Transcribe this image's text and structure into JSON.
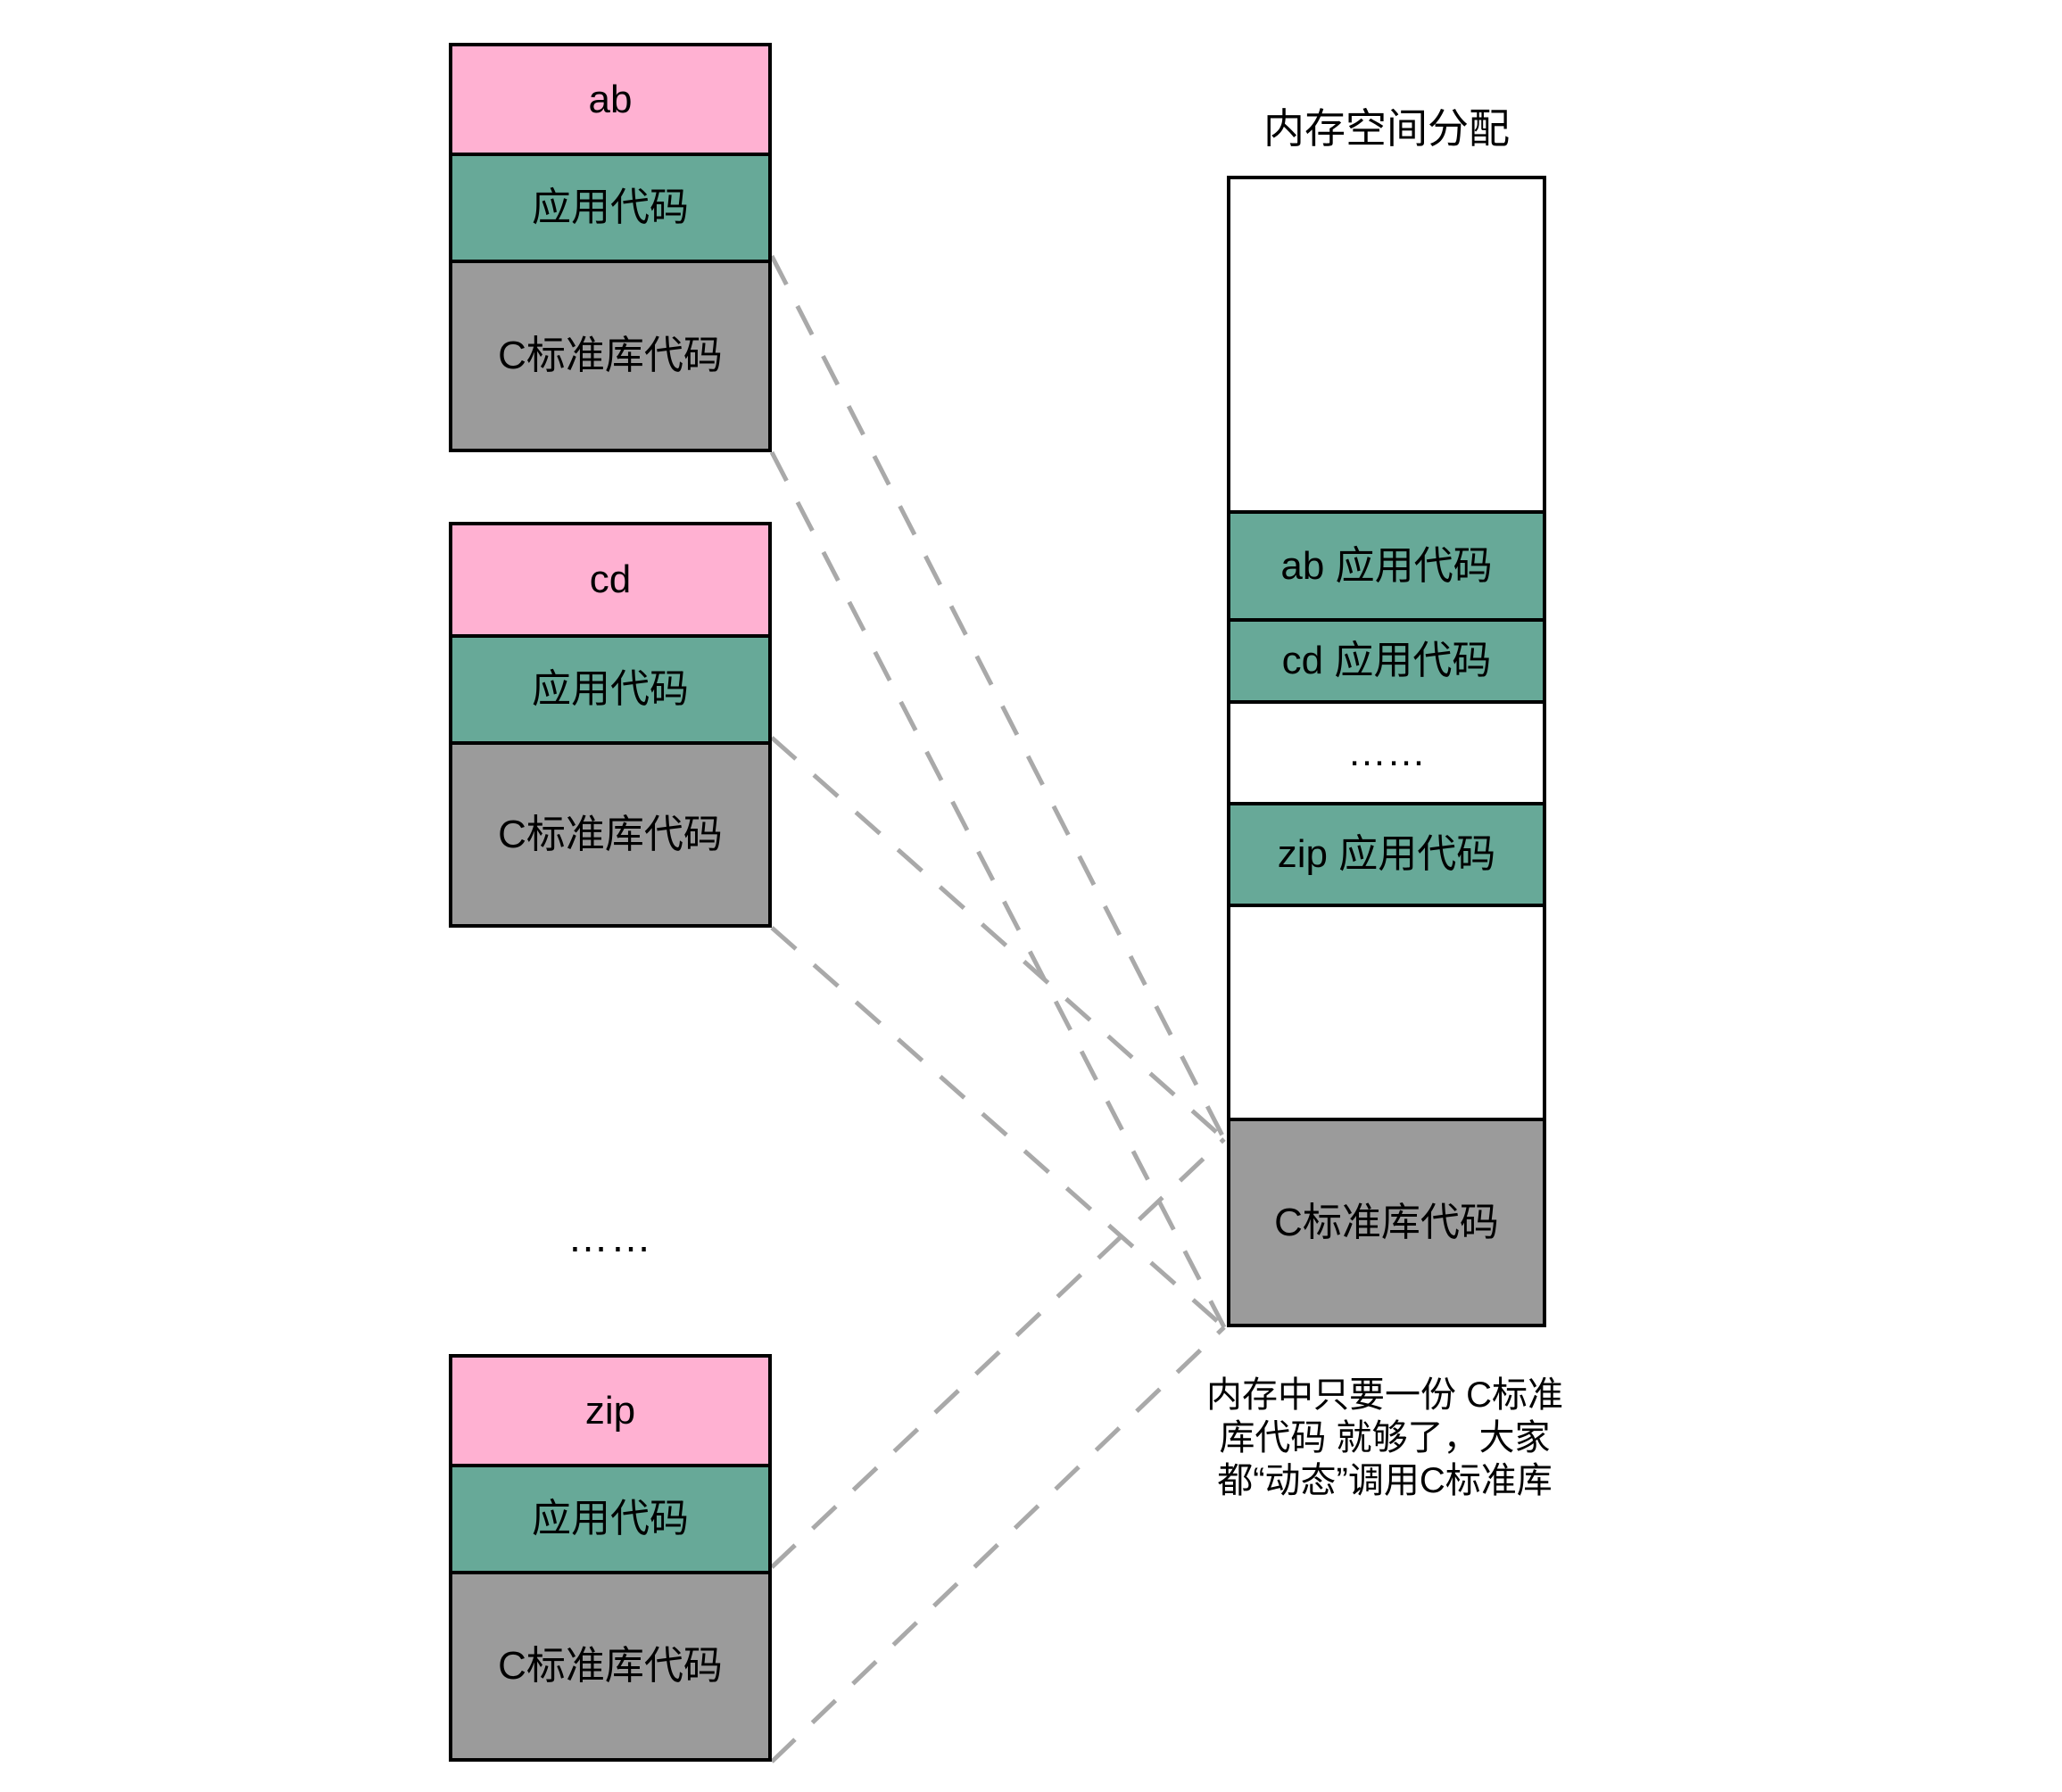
{
  "colors": {
    "pink": "#ffb1d2",
    "teal": "#67a998",
    "gray": "#9b9b9b",
    "line": "#a9a9a9",
    "border": "#000000",
    "background": "#ffffff"
  },
  "programs": [
    {
      "id": "ab",
      "title": "ab",
      "app_label": "应用代码",
      "lib_label": "C标准库代码"
    },
    {
      "id": "cd",
      "title": "cd",
      "app_label": "应用代码",
      "lib_label": "C标准库代码"
    },
    {
      "id": "zip",
      "title": "zip",
      "app_label": "应用代码",
      "lib_label": "C标准库代码"
    }
  ],
  "left_ellipsis": "……",
  "memory": {
    "title": "内存空间分配",
    "segments": [
      {
        "type": "free",
        "label": ""
      },
      {
        "type": "app",
        "label": "ab 应用代码"
      },
      {
        "type": "app",
        "label": "cd 应用代码"
      },
      {
        "type": "free",
        "label": "……"
      },
      {
        "type": "app",
        "label": "zip 应用代码"
      },
      {
        "type": "free",
        "label": ""
      },
      {
        "type": "lib",
        "label": "C标准库代码"
      }
    ]
  },
  "caption": {
    "lines": [
      "内存中只要一份 C标准",
      "库代码 就够了，大家",
      "都“动态”调用C标准库"
    ]
  },
  "links": [
    {
      "from": "ab-lib-top-right",
      "to": "memory-lib-top-left"
    },
    {
      "from": "ab-box-bottom-right",
      "to": "memory-lib-bottom-left"
    },
    {
      "from": "cd-lib-top-right",
      "to": "memory-lib-top-left"
    },
    {
      "from": "cd-box-bottom-right",
      "to": "memory-lib-bottom-left"
    },
    {
      "from": "zip-lib-top-right",
      "to": "memory-lib-top-left"
    },
    {
      "from": "zip-box-bottom-right",
      "to": "memory-lib-bottom-left"
    }
  ]
}
